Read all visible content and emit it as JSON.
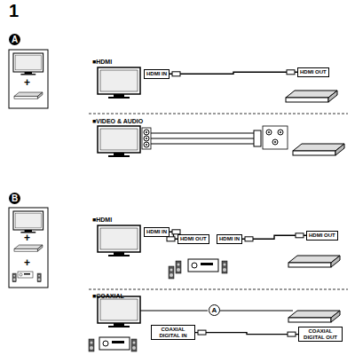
{
  "diagram": {
    "nodes": [
      {
        "text": [
          "HDMI IN"
        ]
      },
      {
        "text": [
          "HDMI OUT"
        ]
      },
      {
        "text": [
          "HDMI IN"
        ]
      },
      {
        "text": [
          "HDMI OUT"
        ]
      },
      {
        "text": [
          "HDMI IN"
        ]
      },
      {
        "text": [
          "HDMI OUT"
        ]
      },
      {
        "text": [
          "COAXIAL DIGITAL IN"
        ]
      },
      {
        "text": [
          "COAXIAL DIGITAL OUT"
        ]
      }
    ],
    "edges": [
      {
        "from": 0,
        "to": 1,
        "arrow": "none"
      },
      {
        "from": 2,
        "to": 3,
        "arrow": "none"
      },
      {
        "from": 4,
        "to": 5,
        "arrow": "none"
      },
      {
        "from": 6,
        "to": 7,
        "arrow": "none"
      }
    ],
    "labels": [
      "1",
      "A",
      "+",
      "■HDMI",
      "■VIDEO & AUDIO",
      "B",
      "+",
      "+",
      "■HDMI",
      "■COAXIAL",
      "A"
    ]
  }
}
